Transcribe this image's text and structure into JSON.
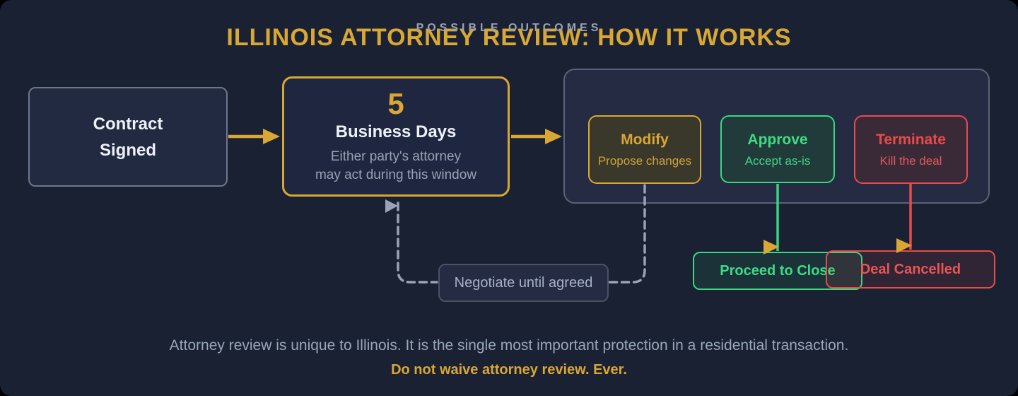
{
  "title": "ILLINOIS ATTORNEY REVIEW: HOW IT WORKS",
  "flow": {
    "contract": {
      "line1": "Contract",
      "line2": "Signed"
    },
    "review_window": {
      "number": "5",
      "label": "Business Days",
      "sub_line1": "Either party's attorney",
      "sub_line2": "may act during this window"
    },
    "outcomes": {
      "header": "POSSIBLE OUTCOMES",
      "items": [
        {
          "title": "Modify",
          "subtitle": "Propose changes",
          "color": "#d9a733"
        },
        {
          "title": "Approve",
          "subtitle": "Accept as-is",
          "color": "#3ddc84"
        },
        {
          "title": "Terminate",
          "subtitle": "Kill the deal",
          "color": "#e84b4b"
        }
      ]
    },
    "negotiate": {
      "label": "Negotiate until agreed"
    },
    "results": {
      "proceed": "Proceed to Close",
      "cancelled": "Deal Cancelled"
    }
  },
  "footer": {
    "line1": "Attorney review is unique to Illinois. It is the single most important protection in a residential transaction.",
    "line2": "Do not waive attorney review. Ever."
  },
  "colors": {
    "background": "#1a2133",
    "panel": "#242b43",
    "gold": "#d9a733",
    "green": "#3ddc84",
    "red": "#e84b4b",
    "muted_text": "#9aa3b5"
  }
}
